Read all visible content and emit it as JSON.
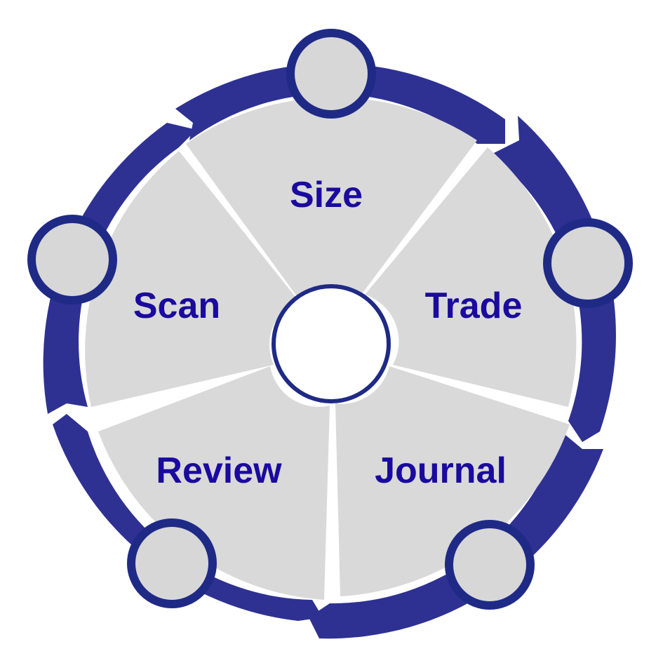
{
  "diagram": {
    "stages": [
      {
        "label": "Size"
      },
      {
        "label": "Trade"
      },
      {
        "label": "Journal"
      },
      {
        "label": "Review"
      },
      {
        "label": "Scan"
      }
    ]
  },
  "colors": {
    "ring": "#2e3192",
    "ring_stroke": "#1f2a86",
    "segment_fill": "#d9d9d9",
    "knob_fill": "#d7d7d7",
    "label_color": "#1a0a9e",
    "hub_fill": "#ffffff",
    "background": "#ffffff"
  }
}
